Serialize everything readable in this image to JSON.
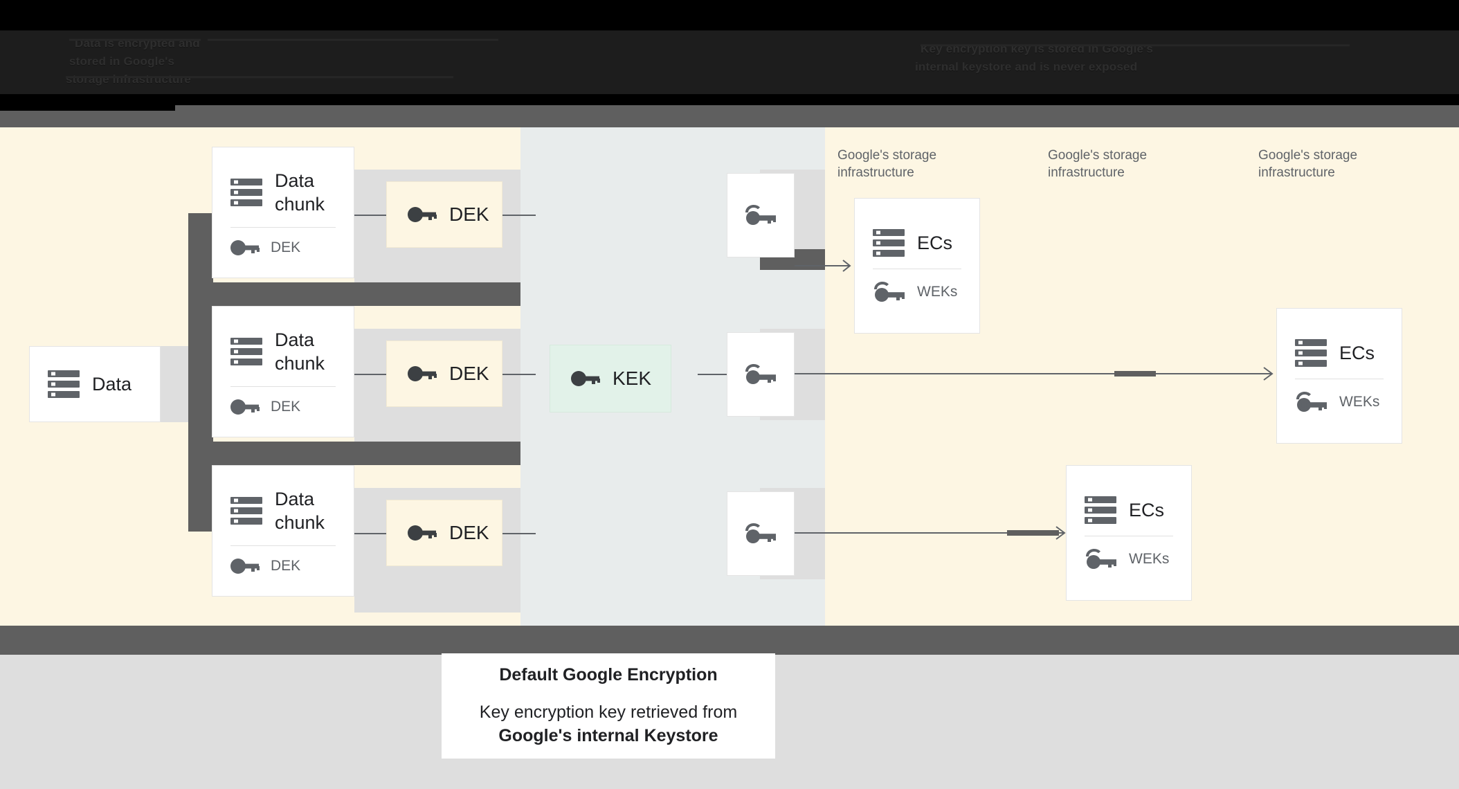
{
  "header": {
    "obscured": true,
    "lines": [
      "Data is encrypted and",
      "stored in Google's",
      "storage infrastructure",
      "Key encryption key is stored in Google's",
      "internal keystore and is never exposed"
    ]
  },
  "diagram": {
    "source": {
      "label": "Data",
      "icon": "storage-icon"
    },
    "chunks": [
      {
        "label": "Data\nchunk",
        "icon": "storage-icon",
        "sub_label": "DEK",
        "sub_icon": "key-icon"
      },
      {
        "label": "Data\nchunk",
        "icon": "storage-icon",
        "sub_label": "DEK",
        "sub_icon": "key-icon"
      },
      {
        "label": "Data\nchunk",
        "icon": "storage-icon",
        "sub_label": "DEK",
        "sub_icon": "key-icon"
      }
    ],
    "deks": [
      {
        "label": "DEK",
        "icon": "key-icon"
      },
      {
        "label": "DEK",
        "icon": "key-icon"
      },
      {
        "label": "DEK",
        "icon": "key-icon"
      }
    ],
    "kek": {
      "label": "KEK",
      "icon": "key-icon"
    },
    "wrapped_keys": [
      {
        "icon": "keys-icon"
      },
      {
        "icon": "keys-icon"
      },
      {
        "icon": "keys-icon"
      }
    ],
    "infra_labels": [
      "Google's storage\ninfrastructure",
      "Google's storage\ninfrastructure",
      "Google's storage\ninfrastructure"
    ],
    "ec_cards": [
      {
        "label": "ECs",
        "icon": "storage-icon",
        "sub_label": "WEKs",
        "sub_icon": "keys-icon"
      },
      {
        "label": "ECs",
        "icon": "storage-icon",
        "sub_label": "WEKs",
        "sub_icon": "keys-icon"
      },
      {
        "label": "ECs",
        "icon": "storage-icon",
        "sub_label": "WEKs",
        "sub_icon": "keys-icon"
      }
    ]
  },
  "caption": {
    "title": "Default Google Encryption",
    "body_line1": "Key encryption key retrieved from",
    "body_line2": "Google's internal Keystore"
  },
  "colors": {
    "cream": "#fdf6e3",
    "blue_gray": "#e8ecec",
    "mint": "#e2f2e9",
    "dark_band": "#5f5f5f",
    "footer_gray": "#dedede",
    "icon_gray": "#5f6368",
    "text_dark": "#202124"
  }
}
